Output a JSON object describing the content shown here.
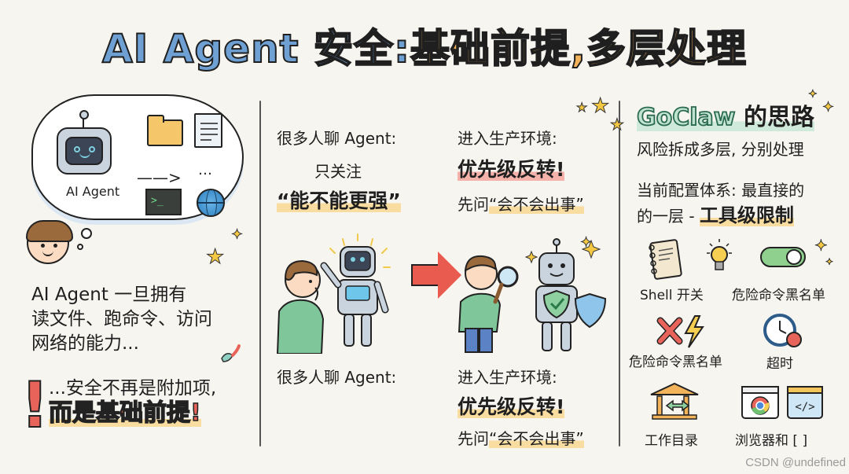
{
  "title": {
    "part1": "AI Agent 安全:",
    "part2": "基础前提,多层处理"
  },
  "left": {
    "cloud_label": "AI Agent",
    "cloud_arrow": "——>",
    "cloud_dots": "…",
    "terminal_prompt": ">_",
    "lead_lines": [
      "AI Agent 一旦拥有",
      "读文件、跑命令、访问",
      "网络的能力..."
    ],
    "warning_line1": "...安全不再是附加项,",
    "warning_line2": "而是基础前提!",
    "exclamation": "!"
  },
  "middle": {
    "top_left": {
      "heading": "很多人聊 Agent:",
      "line2": "只关注",
      "line3": "“能不能更强”"
    },
    "top_right": {
      "heading": "进入生产环境:",
      "line2": "优先级反转!",
      "line3_prefix": "先问",
      "line3_highlight": "“会不会出事”"
    },
    "bottom_left": {
      "heading": "很多人聊 Agent:"
    },
    "bottom_right": {
      "heading": "进入生产环境:",
      "line2": "优先级反转!",
      "line3_prefix": "先问",
      "line3_highlight": "“会不会出事”"
    }
  },
  "right": {
    "brand": "GoClaw",
    "brand_suffix": " 的思路",
    "subtitle": "风险拆成多层, 分别处理",
    "config_line1": "当前配置体系: 最直接的",
    "config_line2_prefix": "的一层 - ",
    "config_line2_highlight": "工具级限制",
    "tools": [
      {
        "icon": "notebook-icon",
        "label": "Shell 开关"
      },
      {
        "icon": "toggle-icon",
        "label": "危险命令黑名单"
      },
      {
        "icon": "cross-lightning-icon",
        "label": "危险命令黑名单"
      },
      {
        "icon": "clock-icon",
        "label": "超时"
      },
      {
        "icon": "building-arrows-icon",
        "label": "工作目录"
      },
      {
        "icon": "browser-code-icon",
        "label": "浏览器和 [ ]"
      }
    ]
  },
  "watermark": "CSDN @undefined",
  "colors": {
    "background": "#f7f5ef",
    "title_blue": "#6fa0d4",
    "title_orange": "#f2b35a",
    "accent_red": "#e8645a",
    "highlight_yellow": "#f8dca0",
    "highlight_red": "#f5b2ab",
    "brand_green": "#bfe3cf"
  }
}
